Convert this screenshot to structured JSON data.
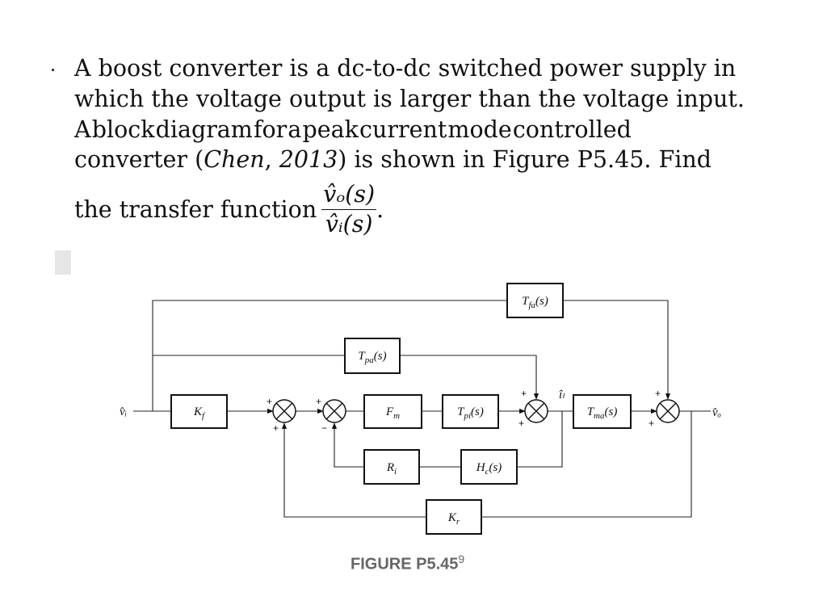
{
  "problem": {
    "bullet": ".",
    "line1": "A boost converter is a dc-to-dc switched power supply in",
    "line2": "which the voltage output is larger than the voltage input.",
    "line3_words": [
      "A",
      "block",
      "diagram",
      "for",
      "a",
      "peak",
      "current",
      "mode",
      "controlled"
    ],
    "line4_pre": "converter (",
    "line4_author": "Chen",
    "line4_comma": ", ",
    "line4_year": "2013",
    "line4_post": ") is shown in Figure P5.45. Find",
    "line5_pre": "the transfer function",
    "tf_numerator": "v̂ₒ(s)",
    "tf_denominator": "v̂ᵢ(s)",
    "line5_post": "."
  },
  "figure": {
    "caption": "FIGURE P5.45",
    "footnote": "9",
    "input_signal": "v̂ᵢ",
    "output_signal": "v̂ₒ",
    "current_signal": "îₗ",
    "blocks": {
      "Kf": "K_f",
      "Fm": "F_m",
      "Tpi": "T_pi(s)",
      "Tma": "T_ma(s)",
      "Tpa": "T_pa(s)",
      "Tfa": "T_fa(s)",
      "Ri": "R_i",
      "Hc": "H_c(s)",
      "Kr": "K_r"
    },
    "signs": [
      "+",
      "+",
      "+",
      "−",
      "+",
      "+",
      "+",
      "+"
    ]
  }
}
